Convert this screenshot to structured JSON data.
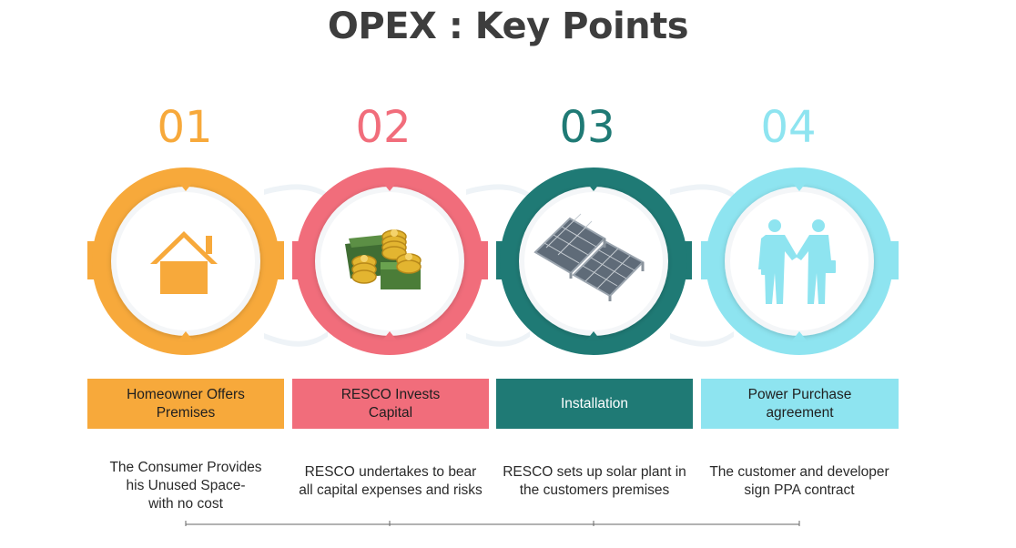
{
  "title": "OPEX : Key Points",
  "colors": {
    "step1": "#f7a93b",
    "step2": "#f16d7b",
    "step3": "#1f7a75",
    "step4": "#8ee4f0",
    "title": "#3d3d3d",
    "timeline": "#666666"
  },
  "steps": [
    {
      "number": "01",
      "icon": "house-icon",
      "heading_line1": "Homeowner Offers",
      "heading_line2": "Premises",
      "desc_line1": "The Consumer Provides",
      "desc_line2": "his Unused Space-",
      "desc_line3": "with no cost"
    },
    {
      "number": "02",
      "icon": "money-coins-icon",
      "heading_line1": "RESCO Invests",
      "heading_line2": "Capital",
      "desc_line1": "RESCO undertakes to bear",
      "desc_line2": "all capital expenses and risks"
    },
    {
      "number": "03",
      "icon": "solar-panels-icon",
      "heading_line1": "Installation",
      "desc_line1": "RESCO sets up solar plant in",
      "desc_line2": "the customers premises"
    },
    {
      "number": "04",
      "icon": "handshake-icon",
      "heading_line1": "Power Purchase",
      "heading_line2": "agreement",
      "desc_line1": "The customer and developer",
      "desc_line2": "sign PPA contract"
    }
  ]
}
